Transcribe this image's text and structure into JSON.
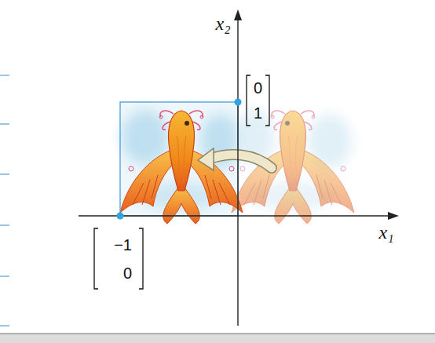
{
  "diagram": {
    "labels": [
      "x₂",
      "0",
      "1",
      "x₁",
      "−1",
      "0"
    ]
  }
}
